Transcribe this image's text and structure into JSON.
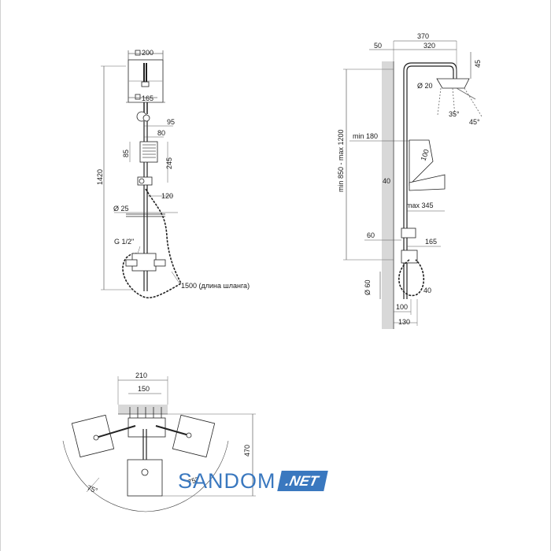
{
  "front_view": {
    "dims": {
      "square200": "200",
      "square165": "165",
      "total_height": "1420",
      "d95": "95",
      "d80": "80",
      "d85": "85",
      "d245": "245",
      "d120": "120",
      "pipe_dia": "Ø 25",
      "thread": "G 1/2\"",
      "hose": "1500 (длина шланга)"
    }
  },
  "side_view": {
    "dims": {
      "d370": "370",
      "d50": "50",
      "d320": "320",
      "d45": "45",
      "d20": "Ø 20",
      "a35": "35°",
      "a45": "45°",
      "adjust": "min 850 - max 1200",
      "min180": "min 180",
      "d100": "100",
      "d40": "40",
      "max345": "max 345",
      "d60": "60",
      "d165": "165",
      "dia60": "Ø 60",
      "d40b": "40",
      "d100b": "100",
      "d130": "130"
    }
  },
  "top_view": {
    "dims": {
      "d210": "210",
      "d150": "150",
      "d470": "470",
      "a75": "75°",
      "a75b": "75°"
    }
  },
  "brand": {
    "name": "SANDOM",
    "tld": ".NET",
    "color": "#3a78bf"
  }
}
